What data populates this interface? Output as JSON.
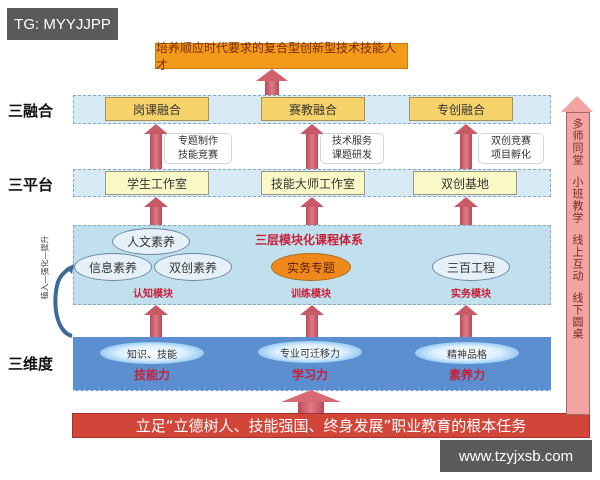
{
  "watermarks": {
    "top_left": "TG: MYYJJPP",
    "bottom_right": "www.tzyjxsb.com"
  },
  "goal": "培养顺应时代要求的复合型创新型技术技能人才",
  "rows": {
    "fusion": {
      "label": "三融合",
      "items": [
        "岗课融合",
        "赛教融合",
        "专创融合"
      ]
    },
    "notes": [
      {
        "line1": "专题制作",
        "line2": "技能竞赛"
      },
      {
        "line1": "技术服务",
        "line2": "课题研发"
      },
      {
        "line1": "双创竞赛",
        "line2": "项目孵化"
      }
    ],
    "platform": {
      "label": "三平台",
      "items": [
        "学生工作室",
        "技能大师工作室",
        "双创基地"
      ]
    },
    "course": {
      "title": "三层模块化课程体系",
      "cognitive": {
        "ellipses": [
          "人文素养",
          "信息素养",
          "双创素养"
        ],
        "label": "认知模块"
      },
      "training": {
        "ellipse": "实务专题",
        "label": "训练模块"
      },
      "practice": {
        "ellipse": "三百工程",
        "label": "实务模块"
      },
      "side_note": "植入—强化—提升"
    },
    "dimension": {
      "label": "三维度",
      "items": [
        {
          "ellipse": "知识、技能",
          "label": "技能力"
        },
        {
          "ellipse": "专业可迁移力",
          "label": "学习力"
        },
        {
          "ellipse": "精神品格",
          "label": "素养力"
        }
      ]
    }
  },
  "base": "立足“立德树人、技能强国、终身发展”职业教育的根本任务",
  "side_arrow": {
    "phrases": [
      "多师同堂",
      "小班教学",
      "线上互动",
      "线下圆桌"
    ]
  },
  "colors": {
    "goal": "#f39a1a",
    "fusion_box": "#f6d36a",
    "platform_box": "#fbf8c8",
    "band": "#d6ebf6",
    "dimension_band": "#5b8fd0",
    "base_bar": "#d2463a",
    "module_label": "#c4213a",
    "side_arrow": "#f4a3a3"
  }
}
